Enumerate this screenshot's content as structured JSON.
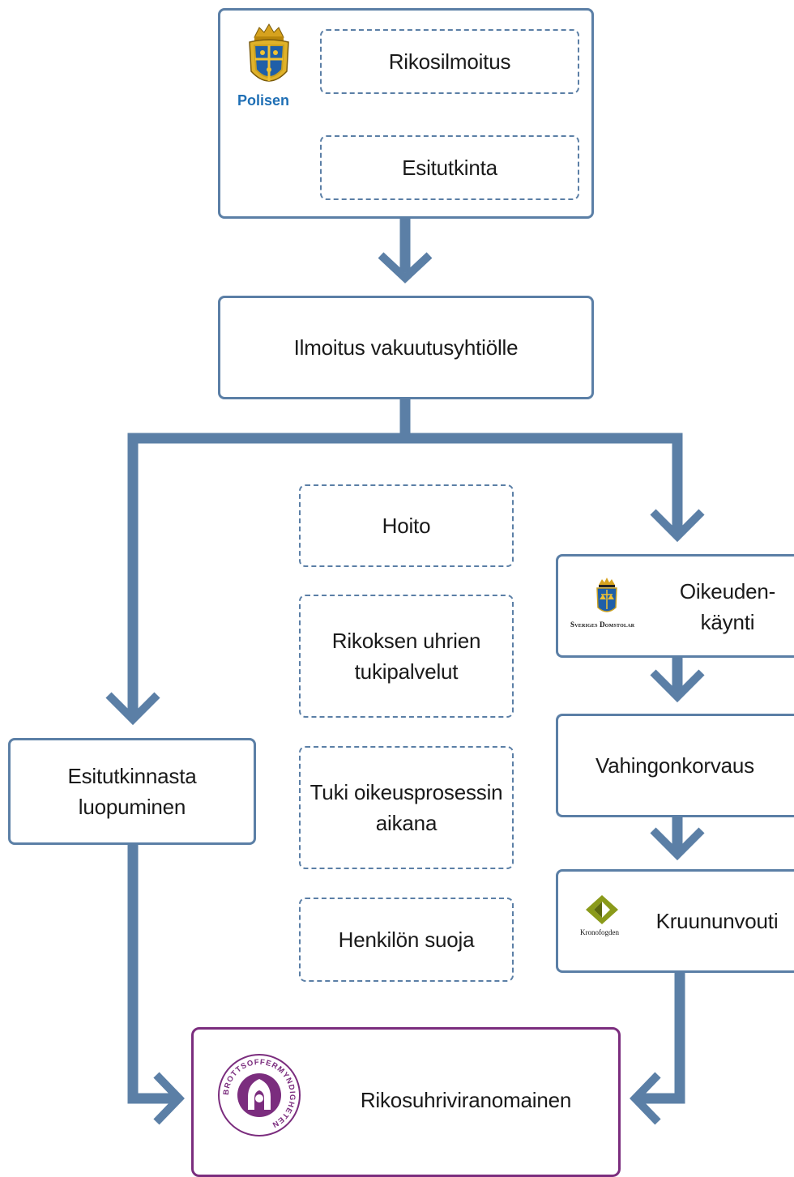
{
  "police": {
    "logo_text": "Polisen",
    "report": "Rikosilmoitus",
    "investigation": "Esitutkinta"
  },
  "insurance": "Ilmoitus vakuutusyhtiölle",
  "dropped": "Esitutkinnasta\nluopuminen",
  "support": {
    "care": "Hoito",
    "victim_services": "Rikoksen uhrien\ntukipalvelut",
    "legal_support": "Tuki oikeusprosessin\naikana",
    "protection": "Henkilön suoja"
  },
  "court": {
    "logo_text": "Sveriges Domstolar",
    "label": "Oikeuden-\nkäynti"
  },
  "damages": "Vahingonkorvaus",
  "bailiff": {
    "logo_text": "Kronofogden",
    "label": "Kruununvouti"
  },
  "victim_authority": {
    "logo_text": "BROTTSOFFERMYNDIGHETEN",
    "label": "Rikosuhriviranomainen"
  },
  "colors": {
    "connector": "#5b7fa6",
    "box_border": "#5b7fa6",
    "victim_border": "#7b2d7e"
  }
}
